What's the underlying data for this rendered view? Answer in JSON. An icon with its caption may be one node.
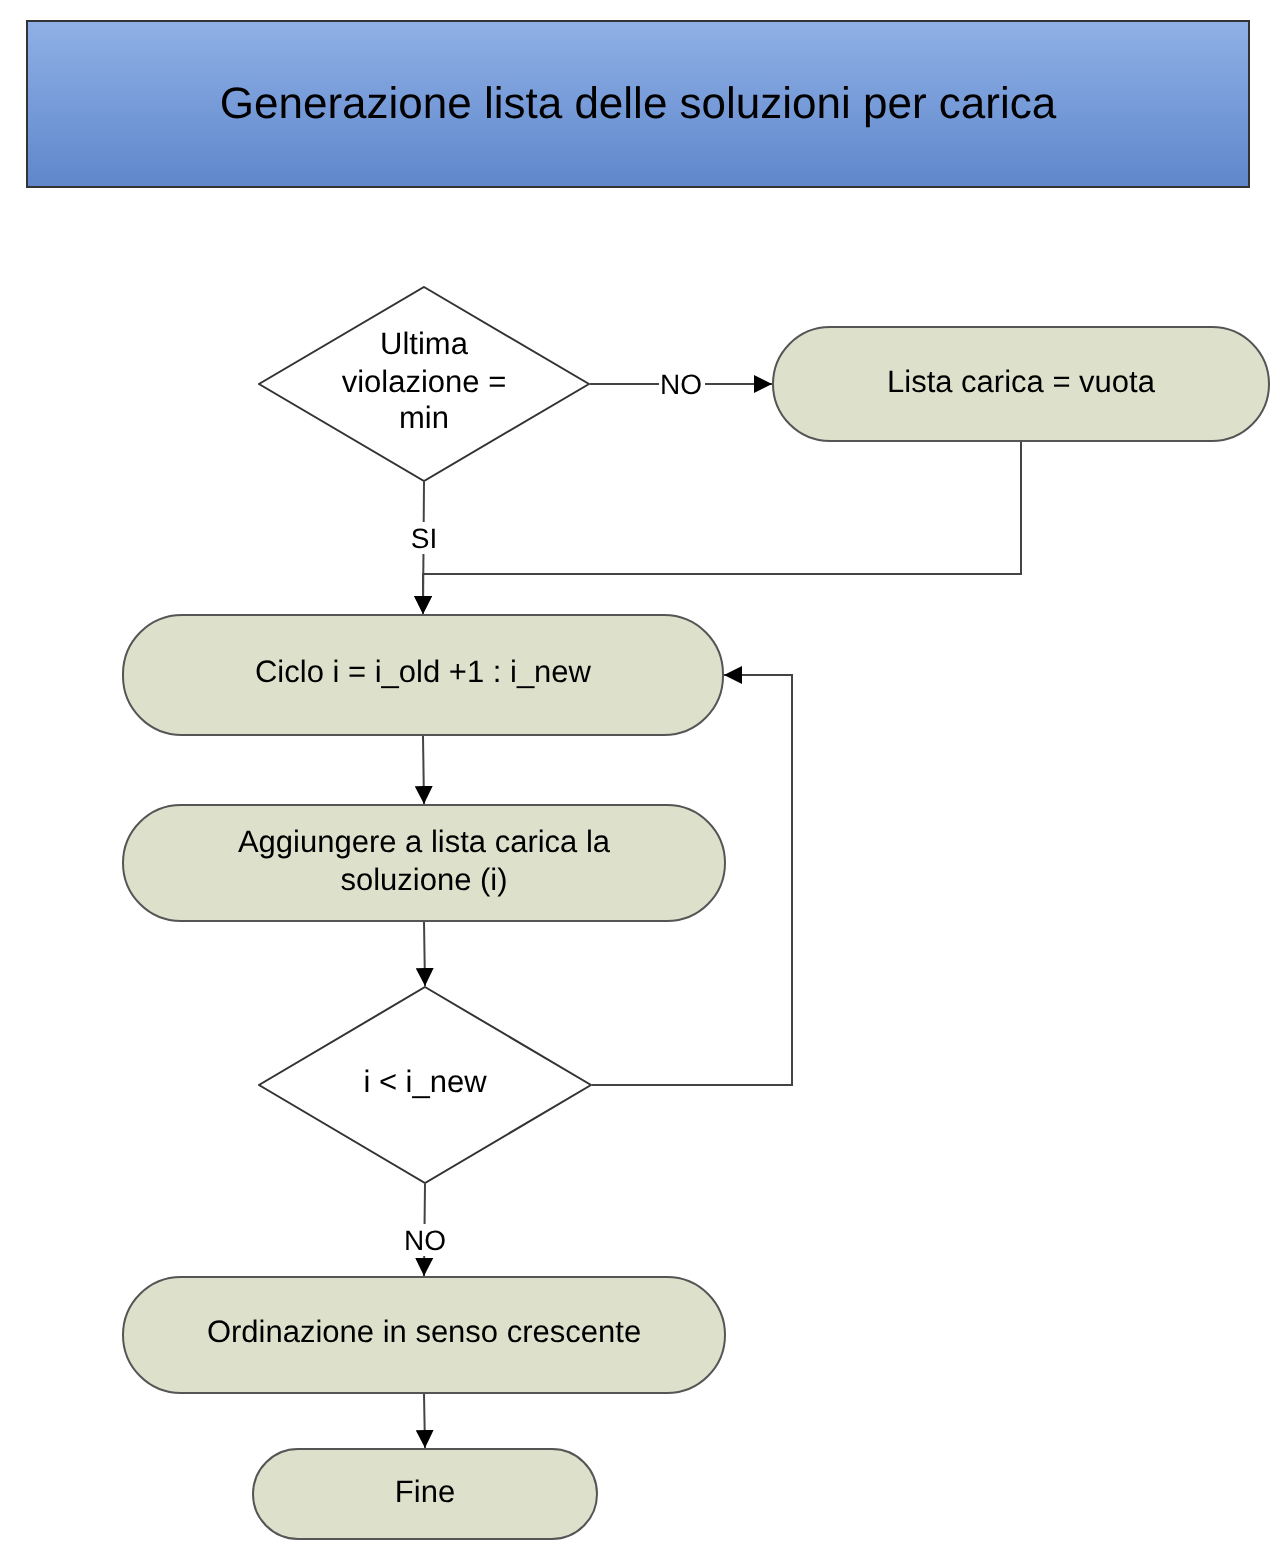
{
  "diagram": {
    "title": "Generazione lista delle soluzioni per carica",
    "nodes": [
      {
        "text": [
          "Ultima violazione = min"
        ]
      },
      {
        "text": [
          "Lista carica = vuota"
        ]
      },
      {
        "text": [
          "Ciclo i = i_old +1 : i_new"
        ]
      },
      {
        "text": [
          "Aggiungere a lista carica la soluzione (i)"
        ]
      },
      {
        "text": [
          "i < i_new"
        ]
      },
      {
        "text": [
          "Ordinazione in senso crescente"
        ]
      },
      {
        "text": [
          "Fine"
        ]
      }
    ],
    "edges": [
      {
        "from": 0,
        "to": 1,
        "arrow": "to",
        "label": "NO"
      },
      {
        "from": 0,
        "to": 2,
        "arrow": "to",
        "label": "SI"
      },
      {
        "from": 1,
        "to": 2,
        "arrow": "to"
      },
      {
        "from": 2,
        "to": 3,
        "arrow": "to"
      },
      {
        "from": 3,
        "to": 4,
        "arrow": "to"
      },
      {
        "from": 4,
        "to": 2,
        "arrow": "to"
      },
      {
        "from": 4,
        "to": 5,
        "arrow": "to",
        "label": "NO"
      },
      {
        "from": 5,
        "to": 6,
        "arrow": "to"
      }
    ]
  }
}
